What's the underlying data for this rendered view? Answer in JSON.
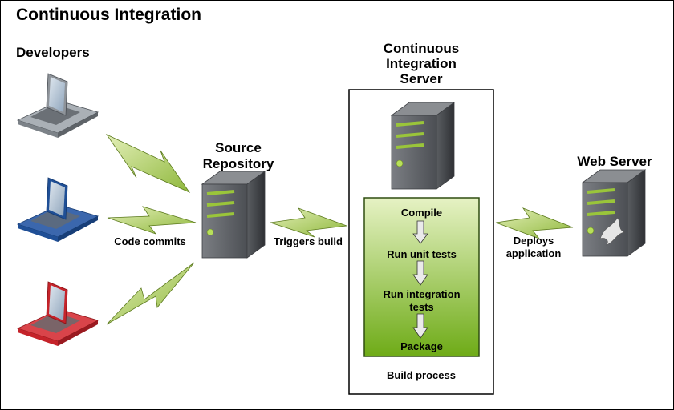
{
  "title": "Continuous Integration",
  "developers": {
    "label": "Developers"
  },
  "source_repository": {
    "label": "Source Repository"
  },
  "ci_server": {
    "label": "Continuous Integration Server"
  },
  "web_server": {
    "label": "Web Server"
  },
  "edges": {
    "code_commits": "Code commits",
    "triggers_build": "Triggers build",
    "deploys": "Deploys application"
  },
  "build_process": {
    "label": "Build process",
    "steps": [
      "Compile",
      "Run unit tests",
      "Run integration tests",
      "Package"
    ]
  },
  "colors": {
    "lightning_fill": "#b7d36a",
    "build_gradient_top": "#e6f2c4",
    "build_gradient_bottom": "#6eab17",
    "laptop_gray": "#8e9399",
    "laptop_blue": "#1f4f96",
    "laptop_red": "#c5232a"
  },
  "icons": [
    "laptop-icon",
    "server-icon",
    "lightning-connector-icon",
    "down-arrow-icon"
  ]
}
